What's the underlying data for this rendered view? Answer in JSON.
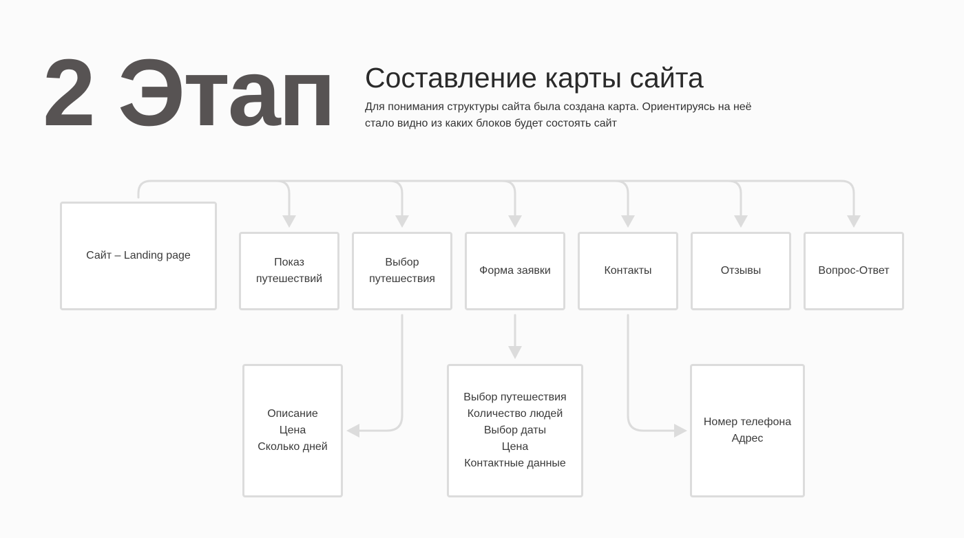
{
  "header": {
    "stage": "2 Этап",
    "title": "Составление карты сайта",
    "description_lines": [
      "Для понимания структуры сайта была создана карта. Ориентируясь на неё",
      "стало видно из каких блоков будет состоять сайт"
    ]
  },
  "diagram": {
    "root": {
      "label": "Сайт – Landing page"
    },
    "pages": [
      {
        "lines": [
          "Показ",
          "путешествий"
        ]
      },
      {
        "lines": [
          "Выбор",
          "путешествия"
        ]
      },
      {
        "lines": [
          "Форма заявки"
        ]
      },
      {
        "lines": [
          "Контакты"
        ]
      },
      {
        "lines": [
          "Отзывы"
        ]
      },
      {
        "lines": [
          "Вопрос-Ответ"
        ]
      }
    ],
    "details": [
      {
        "parent": "Выбор путешествия",
        "lines": [
          "Описание",
          "Цена",
          "Сколько дней"
        ]
      },
      {
        "parent": "Форма заявки",
        "lines": [
          "Выбор путешествия",
          "Количество людей",
          "Выбор даты",
          "Цена",
          "Контактные данные"
        ]
      },
      {
        "parent": "Контакты",
        "lines": [
          "Номер телефона",
          "Адрес"
        ]
      }
    ],
    "colors": {
      "connector": "#dcdcdc",
      "node_border": "#dcdcdc",
      "stage_text": "#575353"
    }
  }
}
